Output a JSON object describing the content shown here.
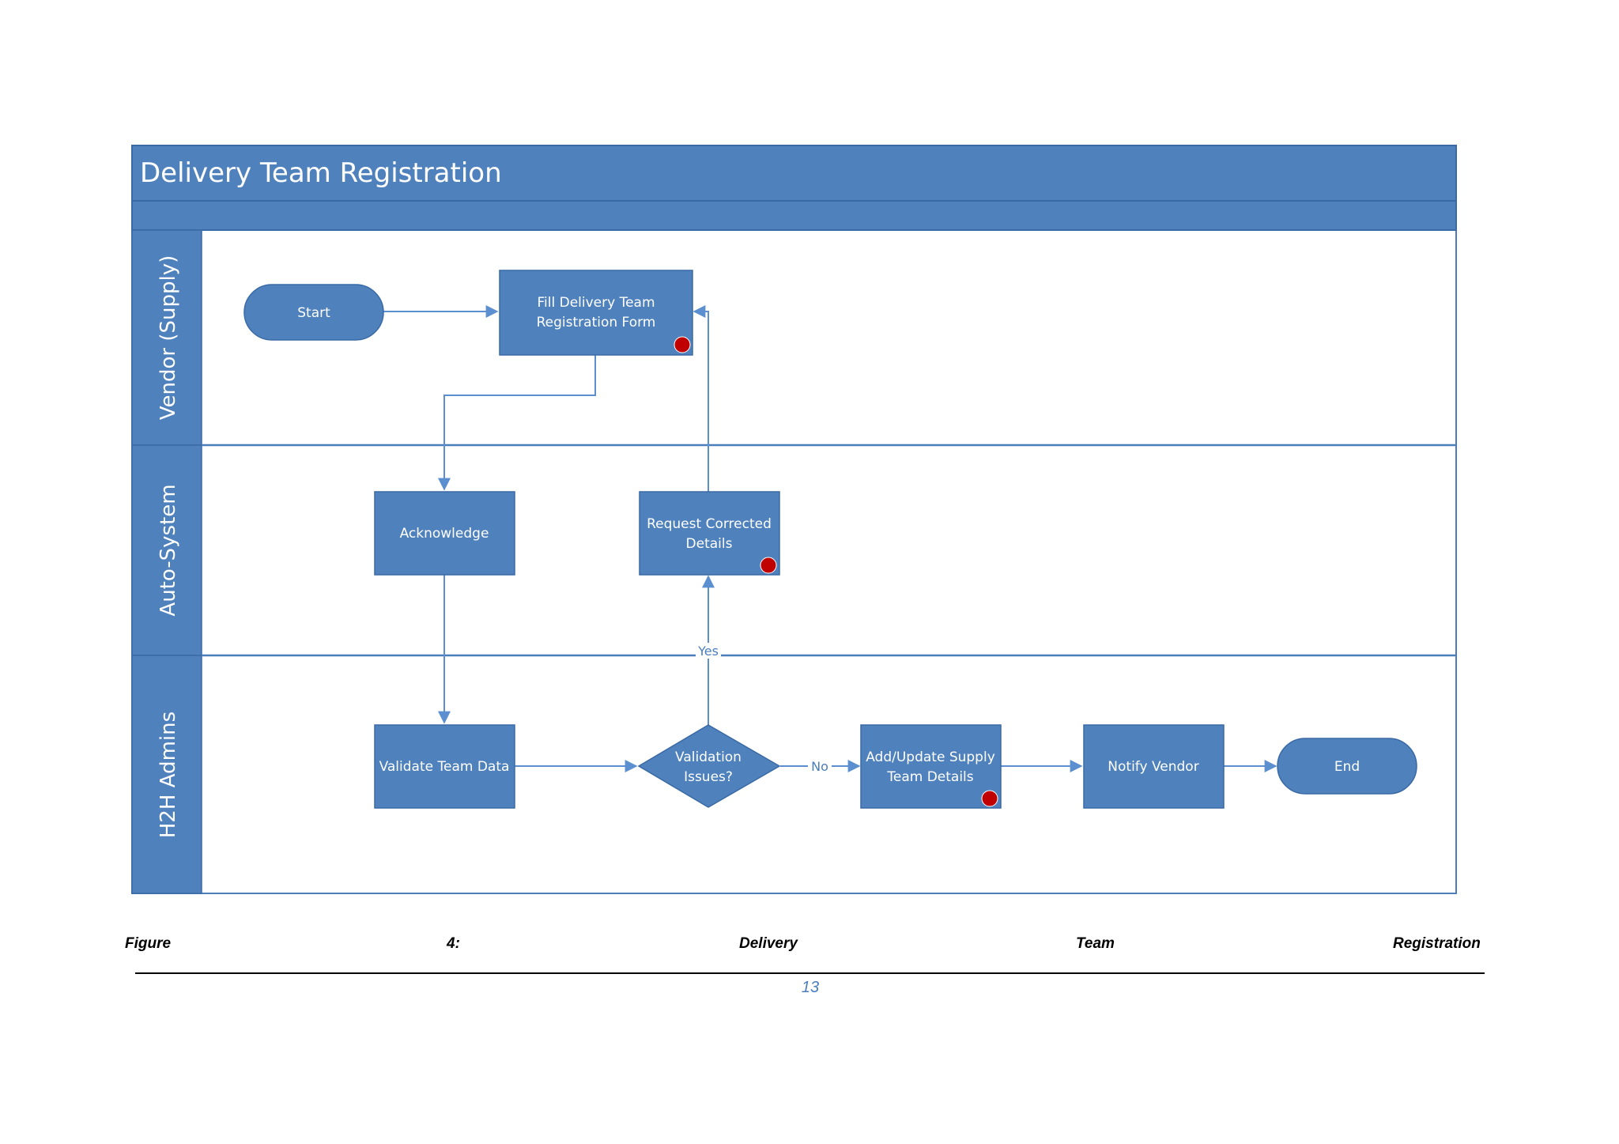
{
  "diagram": {
    "title": "Delivery Team Registration",
    "lanes": [
      {
        "id": "vendor",
        "label": "Vendor (Supply)"
      },
      {
        "id": "auto",
        "label": "Auto-System"
      },
      {
        "id": "admins",
        "label": "H2H Admins"
      }
    ],
    "nodes": {
      "start": {
        "shape": "terminator",
        "lines": [
          "Start"
        ]
      },
      "fill_form": {
        "shape": "process",
        "lines": [
          "Fill Delivery Team",
          "Registration Form"
        ]
      },
      "acknowledge": {
        "shape": "process",
        "lines": [
          "Acknowledge"
        ]
      },
      "request_corrected": {
        "shape": "process",
        "lines": [
          "Request Corrected",
          "Details"
        ]
      },
      "validate": {
        "shape": "process",
        "lines": [
          "Validate Team Data"
        ]
      },
      "validation_issues": {
        "shape": "decision",
        "lines": [
          "Validation",
          "Issues?"
        ]
      },
      "add_update": {
        "shape": "process",
        "lines": [
          "Add/Update Supply",
          "Team Details"
        ]
      },
      "notify_vendor": {
        "shape": "process",
        "lines": [
          "Notify Vendor"
        ]
      },
      "end": {
        "shape": "terminator",
        "lines": [
          "End"
        ]
      }
    },
    "edges": [
      {
        "from": "start",
        "to": "fill_form",
        "label": ""
      },
      {
        "from": "fill_form",
        "to": "acknowledge",
        "label": ""
      },
      {
        "from": "acknowledge",
        "to": "validate",
        "label": ""
      },
      {
        "from": "validate",
        "to": "validation_issues",
        "label": ""
      },
      {
        "from": "validation_issues",
        "to": "request_corrected",
        "label": "Yes"
      },
      {
        "from": "request_corrected",
        "to": "fill_form",
        "label": ""
      },
      {
        "from": "validation_issues",
        "to": "add_update",
        "label": "No"
      },
      {
        "from": "add_update",
        "to": "notify_vendor",
        "label": ""
      },
      {
        "from": "notify_vendor",
        "to": "end",
        "label": ""
      }
    ],
    "flagged_nodes": [
      "fill_form",
      "request_corrected",
      "add_update"
    ],
    "colors": {
      "header": "#4f81bd",
      "lane_header": "#4f81bd",
      "shape_fill": "#4f81bd",
      "shape_stroke": "#3a6aa5",
      "connector": "#5b8fd0",
      "marker": "#c00000",
      "text_on_shape": "#ffffff",
      "border": "#4a7ebb",
      "page_number": "#4a7ebb"
    },
    "icons": {
      "marker": "red-dot-icon"
    }
  },
  "caption": {
    "words": [
      "Figure",
      "4:",
      "Delivery",
      "Team",
      "Registration"
    ]
  },
  "page_number": "13"
}
